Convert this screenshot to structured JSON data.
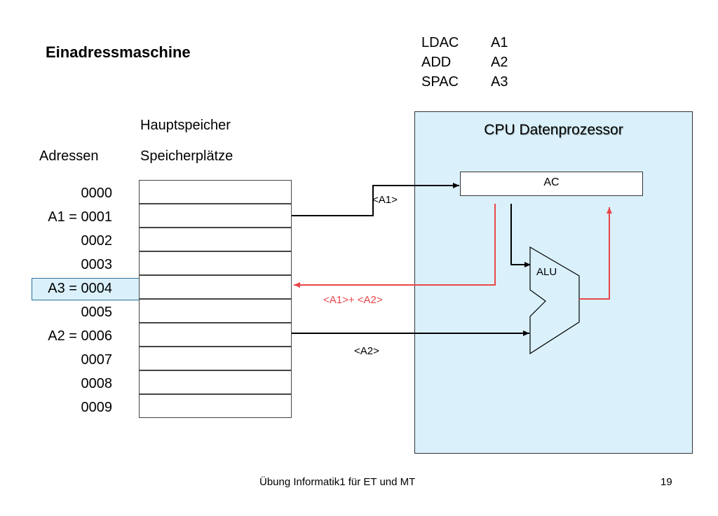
{
  "title": "Einadressmaschine",
  "instructions": [
    {
      "op": "LDAC",
      "arg": "A1"
    },
    {
      "op": "ADD",
      "arg": "A2"
    },
    {
      "op": "SPAC",
      "arg": "A3"
    }
  ],
  "memory": {
    "heading": "Hauptspeicher",
    "column_addresses": "Adressen",
    "column_cells": "Speicherplätze",
    "addresses": [
      "0000",
      "A1 = 0001",
      "0002",
      "0003",
      "A3 = 0004",
      "0005",
      "A2 = 0006",
      "0007",
      "0008",
      "0009"
    ],
    "highlighted_address": "A3 = 0004"
  },
  "cpu": {
    "title": "CPU Datenprozessor",
    "register": "AC",
    "alu": "ALU"
  },
  "arrows": {
    "a1": "<A1>",
    "sum": "<A1>+ <A2>",
    "a2": "<A2>"
  },
  "colors": {
    "cpu_fill": "#daf1fc",
    "result_arrow": "#e8474a",
    "data_arrow": "#000000"
  },
  "footer": {
    "text": "Übung Informatik1 für ET und MT",
    "page": "19"
  }
}
